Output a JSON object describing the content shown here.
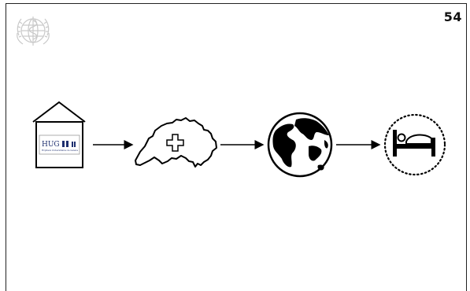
{
  "slide": {
    "page_number": "54"
  },
  "logo": {
    "icon": "who-emblem-icon"
  },
  "flow": {
    "steps": [
      {
        "id": "hospital",
        "icon": "hospital-building-icon",
        "sign": "HUG",
        "sign_sub": "Hôpitaux Universitaires de Genève"
      },
      {
        "id": "switzerland",
        "icon": "switzerland-map-icon"
      },
      {
        "id": "world",
        "icon": "globe-icon"
      },
      {
        "id": "patient",
        "icon": "hospital-bed-icon"
      }
    ],
    "connector_icon": "arrow-right-icon"
  }
}
